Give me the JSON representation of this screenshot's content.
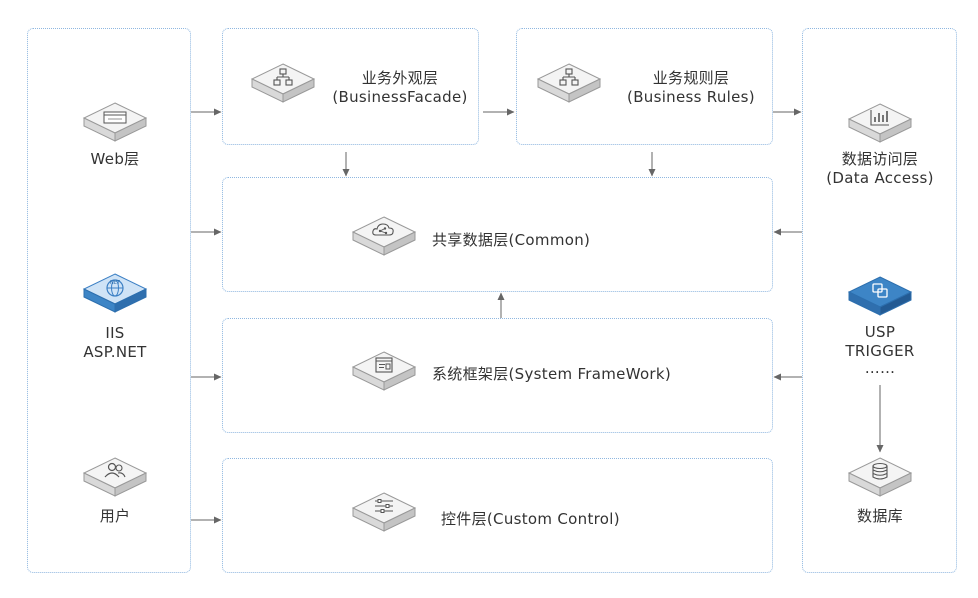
{
  "colors": {
    "border": "#8fb7e0",
    "arrow": "#666666",
    "icon_face": "#f2f2f2",
    "icon_highlight_face": "#3d85c6",
    "text": "#333333"
  },
  "left_column": {
    "web": {
      "label": "Web层",
      "icon": "web-page-icon"
    },
    "iis": {
      "line1": "IIS",
      "line2": "ASP.NET",
      "icon": "net-globe-icon"
    },
    "user": {
      "label": "用户",
      "icon": "users-icon"
    }
  },
  "layers": {
    "facade": {
      "line1": "业务外观层",
      "line2": "(BusinessFacade)",
      "icon": "hierarchy-icon"
    },
    "rules": {
      "line1": "业务规则层",
      "line2": "(Business Rules)",
      "icon": "hierarchy-icon"
    },
    "common": {
      "label": "共享数据层(Common)",
      "icon": "cloud-share-icon"
    },
    "framework": {
      "label": "系统框架层(System FrameWork)",
      "icon": "window-icon"
    },
    "control": {
      "label": "控件层(Custom Control)",
      "icon": "sliders-icon"
    }
  },
  "right_column": {
    "data_access": {
      "line1": "数据访问层",
      "line2": "(Data Access)",
      "icon": "bar-chart-icon"
    },
    "usp": {
      "line1": "USP",
      "line2": "TRIGGER",
      "line3": "……",
      "icon": "sync-icon"
    },
    "database": {
      "label": "数据库",
      "icon": "database-icon"
    }
  }
}
